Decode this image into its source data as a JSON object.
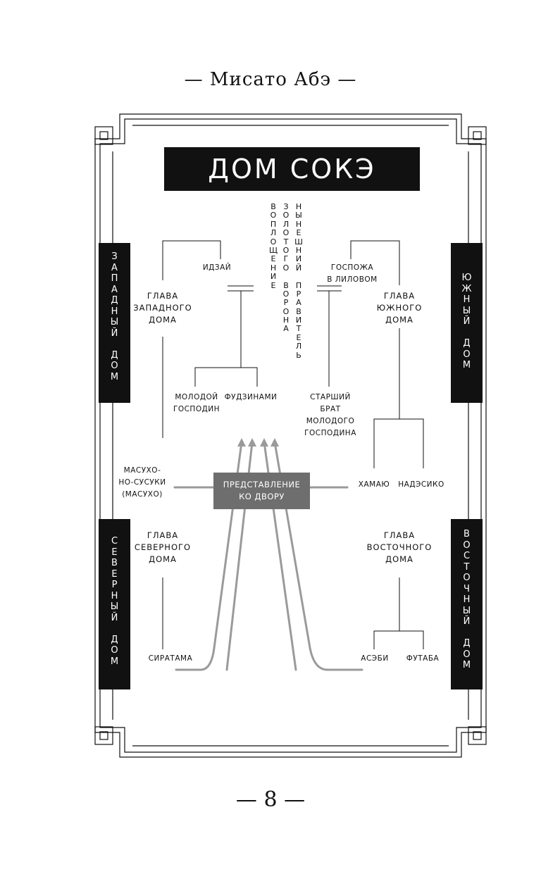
{
  "header": "— Мисато Абэ —",
  "page_number": "— 8 —",
  "title": "ДОМ СОКЭ",
  "center_columns": [
    [
      "В",
      "О",
      "П",
      "Л",
      "О",
      "Щ",
      "Е",
      "Н",
      "И",
      "Е"
    ],
    [
      "З",
      "О",
      "Л",
      "О",
      "Т",
      "О",
      "Г",
      "О",
      "",
      "В",
      "О",
      "Р",
      "О",
      "Н",
      "А"
    ],
    [
      "Н",
      "Ы",
      "Н",
      "Е",
      "Ш",
      "Н",
      "И",
      "Й",
      "",
      "П",
      "Р",
      "А",
      "В",
      "И",
      "Т",
      "Е",
      "Л",
      "Ь"
    ]
  ],
  "sides": {
    "west": [
      "З",
      "А",
      "П",
      "А",
      "Д",
      "Н",
      "Ы",
      "Й",
      "",
      "Д",
      "О",
      "М"
    ],
    "south": [
      "Ю",
      "Ж",
      "Н",
      "Ы",
      "Й",
      "",
      "Д",
      "О",
      "М"
    ],
    "north": [
      "С",
      "Е",
      "В",
      "Е",
      "Р",
      "Н",
      "Ы",
      "Й",
      "",
      "Д",
      "О",
      "М"
    ],
    "east": [
      "В",
      "О",
      "С",
      "Т",
      "О",
      "Ч",
      "Н",
      "Ы",
      "Й",
      "",
      "Д",
      "О",
      "М"
    ]
  },
  "people": {
    "izdzai": "ИДЗАЙ",
    "lady": [
      "ГОСПОЖА",
      "В ЛИЛОВОМ"
    ],
    "head_west": [
      "ГЛАВА",
      "ЗАПАДНОГО",
      "ДОМА"
    ],
    "head_south": [
      "ГЛАВА",
      "ЮЖНОГО",
      "ДОМА"
    ],
    "young_master": [
      "МОЛОДОЙ",
      "ГОСПОДИН"
    ],
    "fudzinami": "ФУДЗИНАМИ",
    "elder_brother": [
      "СТАРШИЙ",
      "БРАТ",
      "МОЛОДОГО",
      "ГОСПОДИНА"
    ],
    "masuho": [
      "МАСУХО-",
      "НО-СУСУКИ",
      "(МАСУХО)"
    ],
    "hamayu": "ХАМАЮ",
    "nadesiko": "НАДЭСИКО",
    "head_north": [
      "ГЛАВА",
      "СЕВЕРНОГО",
      "ДОМА"
    ],
    "head_east": [
      "ГЛАВА",
      "ВОСТОЧНОГО",
      "ДОМА"
    ],
    "siratama": "СИРАТАМА",
    "asebi": "АСЭБИ",
    "futaba": "ФУТАБА"
  },
  "court_presentation": [
    "ПРЕДСТАВЛЕНИЕ",
    "КО ДВОРУ"
  ],
  "colors": {
    "ink": "#111111",
    "gray_box": "#6e6e6e",
    "gray_line": "#9a9a9a"
  }
}
